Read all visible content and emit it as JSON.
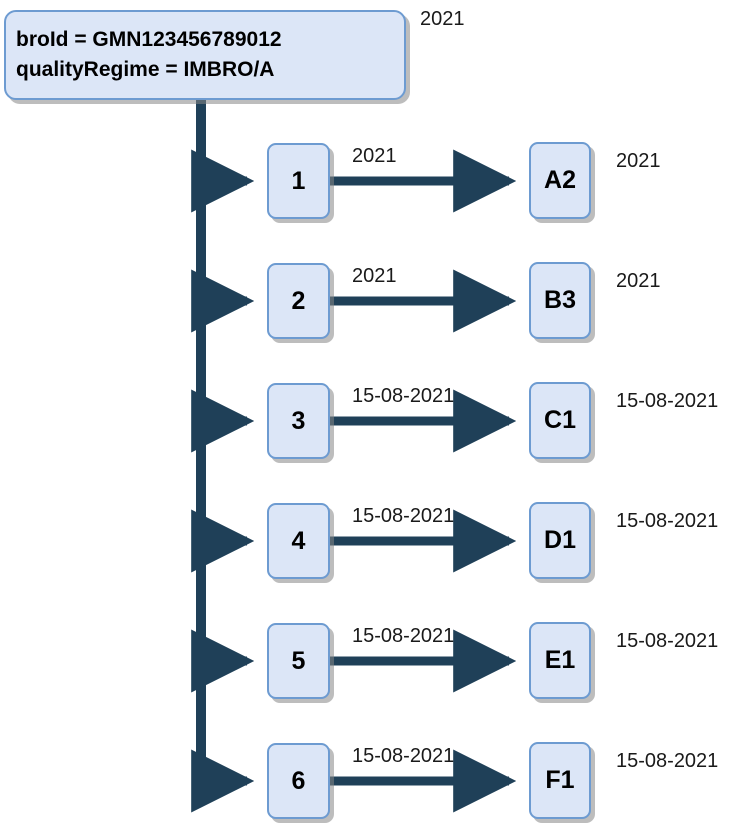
{
  "diagram": {
    "root": {
      "line1": "broId = GMN123456789012",
      "line2": "qualityRegime = IMBRO/A",
      "side_label": "2021"
    },
    "colors": {
      "node_fill": "#dce6f7",
      "node_border": "#6d9bd1",
      "connector": "#1f4058",
      "text": "#000000",
      "shadow": "#878787"
    },
    "branches": [
      {
        "step": "1",
        "edge_label": "2021",
        "target": "A2",
        "side_label": "2021"
      },
      {
        "step": "2",
        "edge_label": "2021",
        "target": "B3",
        "side_label": "2021"
      },
      {
        "step": "3",
        "edge_label": "15-08-2021",
        "target": "C1",
        "side_label": "15-08-2021"
      },
      {
        "step": "4",
        "edge_label": "15-08-2021",
        "target": "D1",
        "side_label": "15-08-2021"
      },
      {
        "step": "5",
        "edge_label": "15-08-2021",
        "target": "E1",
        "side_label": "15-08-2021"
      },
      {
        "step": "6",
        "edge_label": "15-08-2021",
        "target": "F1",
        "side_label": "15-08-2021"
      }
    ]
  }
}
